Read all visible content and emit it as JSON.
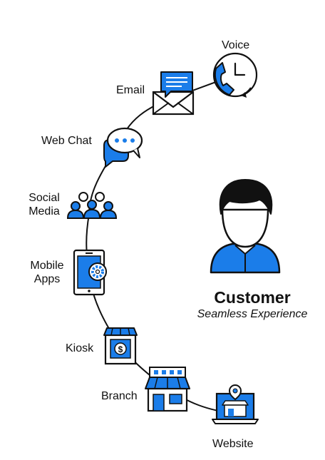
{
  "colors": {
    "accent": "#1b7de9",
    "ink": "#111111",
    "background": "#ffffff"
  },
  "channels": [
    {
      "id": "voice",
      "label": "Voice",
      "icon": "phone-clock-icon"
    },
    {
      "id": "email",
      "label": "Email",
      "icon": "envelope-chat-icon"
    },
    {
      "id": "web-chat",
      "label": "Web Chat",
      "icon": "chat-bubbles-icon"
    },
    {
      "id": "social-media",
      "label": "Social\nMedia",
      "icon": "people-group-icon"
    },
    {
      "id": "mobile-apps",
      "label": "Mobile\nApps",
      "icon": "tablet-gear-icon"
    },
    {
      "id": "kiosk",
      "label": "Kiosk",
      "icon": "kiosk-dollar-icon"
    },
    {
      "id": "branch",
      "label": "Branch",
      "icon": "storefront-icon"
    },
    {
      "id": "website",
      "label": "Website",
      "icon": "laptop-store-icon"
    }
  ],
  "customer": {
    "title": "Customer",
    "subtitle": "Seamless Experience",
    "icon": "customer-avatar-icon"
  }
}
